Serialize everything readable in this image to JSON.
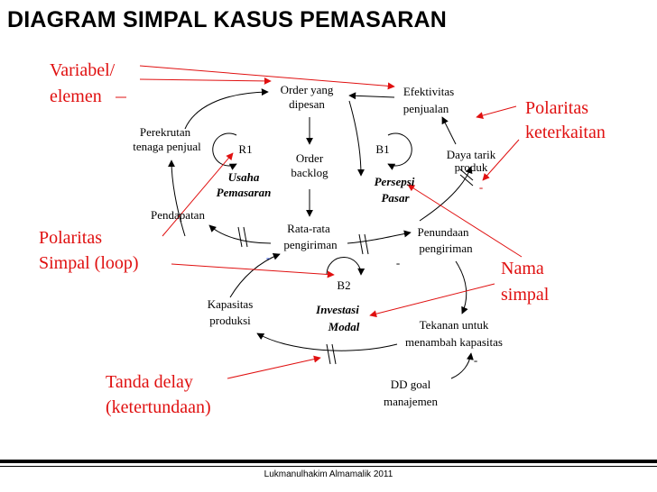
{
  "title": "DIAGRAM SIMPAL KASUS PEMASARAN",
  "footer": "Lukmanulhakim Almamalik 2011",
  "nodes": {
    "order_yang_dipesan": [
      "Order yang",
      "dipesan"
    ],
    "efektivitas_penjualan": [
      "Efektivitas",
      "penjualan"
    ],
    "perekrutan": [
      "Perekrutan",
      "tenaga penjual"
    ],
    "order_backlog": [
      "Order",
      "backlog"
    ],
    "daya_tarik": [
      "Daya tarik",
      "produk"
    ],
    "pendapatan": [
      "Pendapatan"
    ],
    "rata_rata": [
      "Rata-rata",
      "pengiriman"
    ],
    "penundaan": [
      "Penundaan",
      "pengiriman"
    ],
    "kapasitas": [
      "Kapasitas",
      "produksi"
    ],
    "tekanan": [
      "Tekanan untuk",
      "menambah kapasitas"
    ],
    "dd_goal": [
      "DD goal",
      "manajemen"
    ]
  },
  "loops": [
    {
      "id": "R1",
      "name": [
        "Usaha",
        "Pemasaran"
      ]
    },
    {
      "id": "B1",
      "name": [
        "Persepsi",
        "Pasar"
      ]
    },
    {
      "id": "B2",
      "name": [
        "Investasi",
        "Modal"
      ]
    }
  ],
  "polarity_signs": {
    "daya_tarik": "-",
    "rata_rata": "-",
    "penundaan": "-",
    "tekanan": "-"
  },
  "annotations": {
    "variabel": [
      "Variabel/",
      "elemen"
    ],
    "polaritas_keterkaitan": [
      "Polaritas",
      "keterkaitan"
    ],
    "polaritas_simpal": [
      "Polaritas",
      "Simpal (loop)"
    ],
    "nama_simpal": [
      "Nama",
      "simpal"
    ],
    "tanda_delay": [
      "Tanda delay",
      "(ketertundaan)"
    ]
  },
  "colors": {
    "annotation": "#e01010",
    "diagram": "#000000",
    "sign_blue": "#1a3fd0"
  }
}
